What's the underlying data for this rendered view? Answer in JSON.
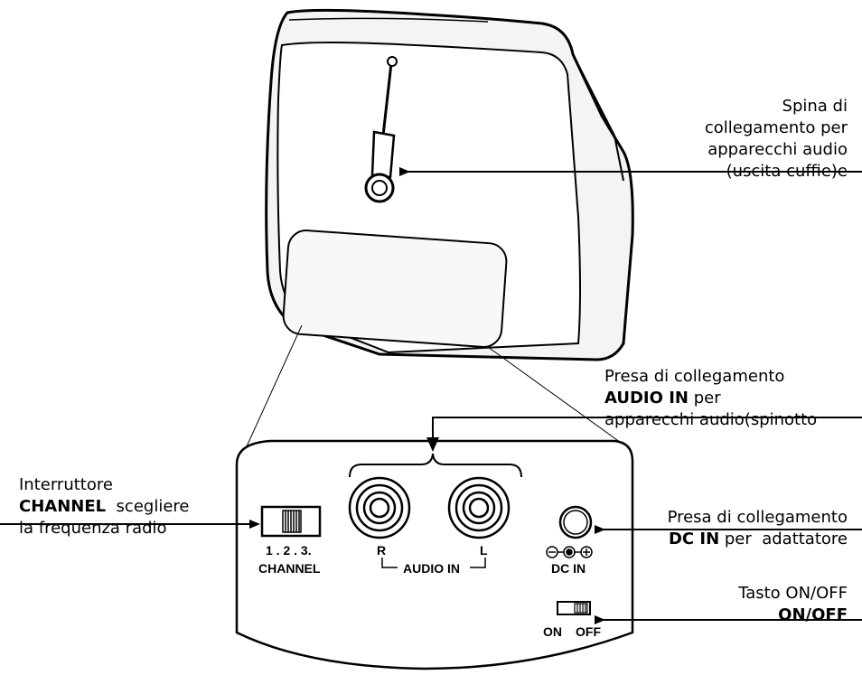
{
  "callouts": {
    "headphone": {
      "line1": "Spina di",
      "line2": "collegamento per",
      "line3": "apparecchi audio",
      "line4": "(uscita cuffie)e"
    },
    "audio_in": {
      "line1": "Presa di collegamento",
      "line2_bold": "AUDIO IN",
      "line2_rest": " per",
      "line3": "apparecchi audio(spinotto"
    },
    "channel": {
      "line1": "Interruttore",
      "line2_bold": "CHANNEL",
      "line2_rest": "  scegliere",
      "line3": "la frequenza radio"
    },
    "dc_in": {
      "line1": "Presa di collegamento",
      "line2_bold": "DC IN",
      "line2_rest": " per  adattatore"
    },
    "on_off": {
      "line1": "Tasto ON/OFF",
      "line2_bold": "ON/OFF"
    }
  },
  "device_labels": {
    "channel_numbers": "1 . 2 . 3.",
    "channel": "CHANNEL",
    "jack_right": "R",
    "jack_left": "L",
    "audio_in": "AUDIO IN",
    "dc_in": "DC IN",
    "on": "ON",
    "off": "OFF"
  }
}
